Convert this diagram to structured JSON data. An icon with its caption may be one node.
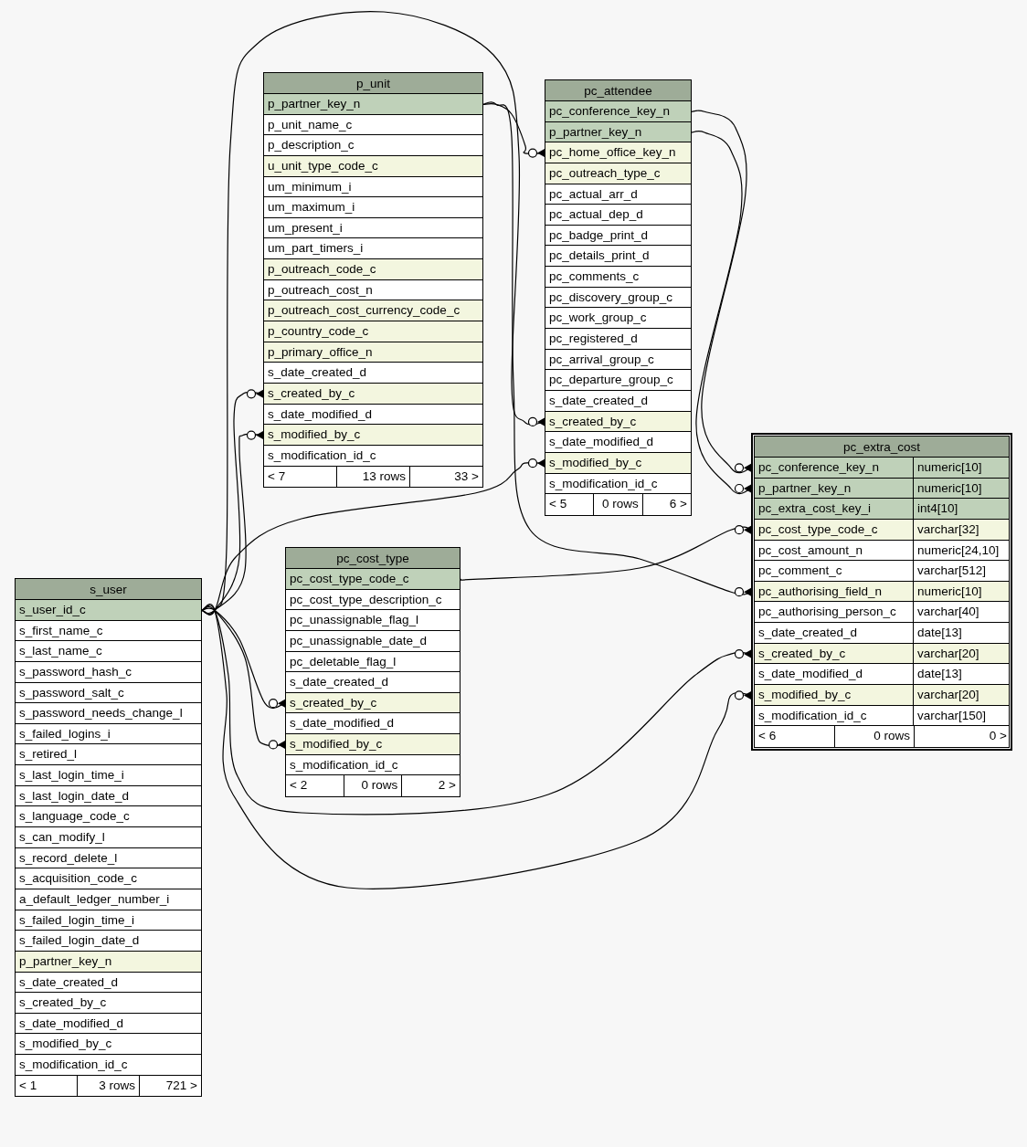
{
  "diagram": {
    "nodes": [
      {
        "text": [
          "p_unit"
        ]
      },
      {
        "text": [
          "p_partner_key_n"
        ],
        "in": 0
      },
      {
        "text": [
          "p_unit_name_c"
        ],
        "in": 0
      },
      {
        "text": [
          "p_description_c"
        ],
        "in": 0
      },
      {
        "text": [
          "u_unit_type_code_c"
        ],
        "in": 0
      },
      {
        "text": [
          "um_minimum_i"
        ],
        "in": 0
      },
      {
        "text": [
          "um_maximum_i"
        ],
        "in": 0
      },
      {
        "text": [
          "um_present_i"
        ],
        "in": 0
      },
      {
        "text": [
          "um_part_timers_i"
        ],
        "in": 0
      },
      {
        "text": [
          "p_outreach_code_c"
        ],
        "in": 0
      },
      {
        "text": [
          "p_outreach_cost_n"
        ],
        "in": 0
      },
      {
        "text": [
          "p_outreach_cost_currency_code_c"
        ],
        "in": 0
      },
      {
        "text": [
          "p_country_code_c"
        ],
        "in": 0
      },
      {
        "text": [
          "p_primary_office_n"
        ],
        "in": 0
      },
      {
        "text": [
          "s_date_created_d"
        ],
        "in": 0
      },
      {
        "text": [
          "s_created_by_c"
        ],
        "in": 0
      },
      {
        "text": [
          "s_date_modified_d"
        ],
        "in": 0
      },
      {
        "text": [
          "s_modified_by_c"
        ],
        "in": 0
      },
      {
        "text": [
          "s_modification_id_c"
        ],
        "in": 0
      },
      {
        "text": [
          "< 7",
          "13 rows",
          "33 >"
        ],
        "in": 0
      },
      {
        "text": [
          "pc_attendee"
        ]
      },
      {
        "text": [
          "pc_conference_key_n"
        ],
        "in": 20
      },
      {
        "text": [
          "p_partner_key_n"
        ],
        "in": 20
      },
      {
        "text": [
          "pc_home_office_key_n"
        ],
        "in": 20
      },
      {
        "text": [
          "pc_outreach_type_c"
        ],
        "in": 20
      },
      {
        "text": [
          "pc_actual_arr_d"
        ],
        "in": 20
      },
      {
        "text": [
          "pc_actual_dep_d"
        ],
        "in": 20
      },
      {
        "text": [
          "pc_badge_print_d"
        ],
        "in": 20
      },
      {
        "text": [
          "pc_details_print_d"
        ],
        "in": 20
      },
      {
        "text": [
          "pc_comments_c"
        ],
        "in": 20
      },
      {
        "text": [
          "pc_discovery_group_c"
        ],
        "in": 20
      },
      {
        "text": [
          "pc_work_group_c"
        ],
        "in": 20
      },
      {
        "text": [
          "pc_registered_d"
        ],
        "in": 20
      },
      {
        "text": [
          "pc_arrival_group_c"
        ],
        "in": 20
      },
      {
        "text": [
          "pc_departure_group_c"
        ],
        "in": 20
      },
      {
        "text": [
          "s_date_created_d"
        ],
        "in": 20
      },
      {
        "text": [
          "s_created_by_c"
        ],
        "in": 20
      },
      {
        "text": [
          "s_date_modified_d"
        ],
        "in": 20
      },
      {
        "text": [
          "s_modified_by_c"
        ],
        "in": 20
      },
      {
        "text": [
          "s_modification_id_c"
        ],
        "in": 20
      },
      {
        "text": [
          "< 5",
          "0 rows",
          "6 >"
        ],
        "in": 20
      },
      {
        "text": [
          "pc_cost_type"
        ]
      },
      {
        "text": [
          "pc_cost_type_code_c"
        ],
        "in": 41
      },
      {
        "text": [
          "pc_cost_type_description_c"
        ],
        "in": 41
      },
      {
        "text": [
          "pc_unassignable_flag_l"
        ],
        "in": 41
      },
      {
        "text": [
          "pc_unassignable_date_d"
        ],
        "in": 41
      },
      {
        "text": [
          "pc_deletable_flag_l"
        ],
        "in": 41
      },
      {
        "text": [
          "s_date_created_d"
        ],
        "in": 41
      },
      {
        "text": [
          "s_created_by_c"
        ],
        "in": 41
      },
      {
        "text": [
          "s_date_modified_d"
        ],
        "in": 41
      },
      {
        "text": [
          "s_modified_by_c"
        ],
        "in": 41
      },
      {
        "text": [
          "s_modification_id_c"
        ],
        "in": 41
      },
      {
        "text": [
          "< 2",
          "0 rows",
          "2 >"
        ],
        "in": 41
      },
      {
        "text": [
          "s_user"
        ]
      },
      {
        "text": [
          "s_user_id_c"
        ],
        "in": 53
      },
      {
        "text": [
          "s_first_name_c"
        ],
        "in": 53
      },
      {
        "text": [
          "s_last_name_c"
        ],
        "in": 53
      },
      {
        "text": [
          "s_password_hash_c"
        ],
        "in": 53
      },
      {
        "text": [
          "s_password_salt_c"
        ],
        "in": 53
      },
      {
        "text": [
          "s_password_needs_change_l"
        ],
        "in": 53
      },
      {
        "text": [
          "s_failed_logins_i"
        ],
        "in": 53
      },
      {
        "text": [
          "s_retired_l"
        ],
        "in": 53
      },
      {
        "text": [
          "s_last_login_time_i"
        ],
        "in": 53
      },
      {
        "text": [
          "s_last_login_date_d"
        ],
        "in": 53
      },
      {
        "text": [
          "s_language_code_c"
        ],
        "in": 53
      },
      {
        "text": [
          "s_can_modify_l"
        ],
        "in": 53
      },
      {
        "text": [
          "s_record_delete_l"
        ],
        "in": 53
      },
      {
        "text": [
          "s_acquisition_code_c"
        ],
        "in": 53
      },
      {
        "text": [
          "a_default_ledger_number_i"
        ],
        "in": 53
      },
      {
        "text": [
          "s_failed_login_time_i"
        ],
        "in": 53
      },
      {
        "text": [
          "s_failed_login_date_d"
        ],
        "in": 53
      },
      {
        "text": [
          "p_partner_key_n"
        ],
        "in": 53
      },
      {
        "text": [
          "s_date_created_d"
        ],
        "in": 53
      },
      {
        "text": [
          "s_created_by_c"
        ],
        "in": 53
      },
      {
        "text": [
          "s_date_modified_d"
        ],
        "in": 53
      },
      {
        "text": [
          "s_modified_by_c"
        ],
        "in": 53
      },
      {
        "text": [
          "s_modification_id_c"
        ],
        "in": 53
      },
      {
        "text": [
          "< 1",
          "3 rows",
          "721 >"
        ],
        "in": 53
      },
      {
        "text": [
          "pc_extra_cost"
        ]
      },
      {
        "text": [
          "pc_conference_key_n",
          "numeric[10]"
        ],
        "in": 78
      },
      {
        "text": [
          "p_partner_key_n",
          "numeric[10]"
        ],
        "in": 78
      },
      {
        "text": [
          "pc_extra_cost_key_i",
          "int4[10]"
        ],
        "in": 78
      },
      {
        "text": [
          "pc_cost_type_code_c",
          "varchar[32]"
        ],
        "in": 78
      },
      {
        "text": [
          "pc_cost_amount_n",
          "numeric[24,10]"
        ],
        "in": 78
      },
      {
        "text": [
          "pc_comment_c",
          "varchar[512]"
        ],
        "in": 78
      },
      {
        "text": [
          "pc_authorising_field_n",
          "numeric[10]"
        ],
        "in": 78
      },
      {
        "text": [
          "pc_authorising_person_c",
          "varchar[40]"
        ],
        "in": 78
      },
      {
        "text": [
          "s_date_created_d",
          "date[13]"
        ],
        "in": 78
      },
      {
        "text": [
          "s_created_by_c",
          "varchar[20]"
        ],
        "in": 78
      },
      {
        "text": [
          "s_date_modified_d",
          "date[13]"
        ],
        "in": 78
      },
      {
        "text": [
          "s_modified_by_c",
          "varchar[20]"
        ],
        "in": 78
      },
      {
        "text": [
          "s_modification_id_c",
          "varchar[150]"
        ],
        "in": 78
      },
      {
        "text": [
          "< 6",
          "0 rows",
          "0 >"
        ],
        "in": 78
      }
    ],
    "edges": [
      {
        "from": 1,
        "to": 23,
        "arrow": "other"
      },
      {
        "from": 1,
        "to": 85,
        "arrow": "other"
      },
      {
        "from": 54,
        "to": 36,
        "arrow": "other"
      },
      {
        "from": 54,
        "to": 38,
        "arrow": "other"
      },
      {
        "from": 54,
        "to": 15,
        "arrow": "other"
      },
      {
        "from": 54,
        "to": 17,
        "arrow": "other"
      },
      {
        "from": 54,
        "to": 48,
        "arrow": "other"
      },
      {
        "from": 54,
        "to": 50,
        "arrow": "other"
      },
      {
        "from": 54,
        "to": 88,
        "arrow": "other"
      },
      {
        "from": 54,
        "to": 90,
        "arrow": "other"
      },
      {
        "from": 42,
        "to": 82,
        "arrow": "other"
      },
      {
        "from": 21,
        "to": 79,
        "arrow": "other"
      },
      {
        "from": 22,
        "to": 80,
        "arrow": "other"
      }
    ]
  }
}
